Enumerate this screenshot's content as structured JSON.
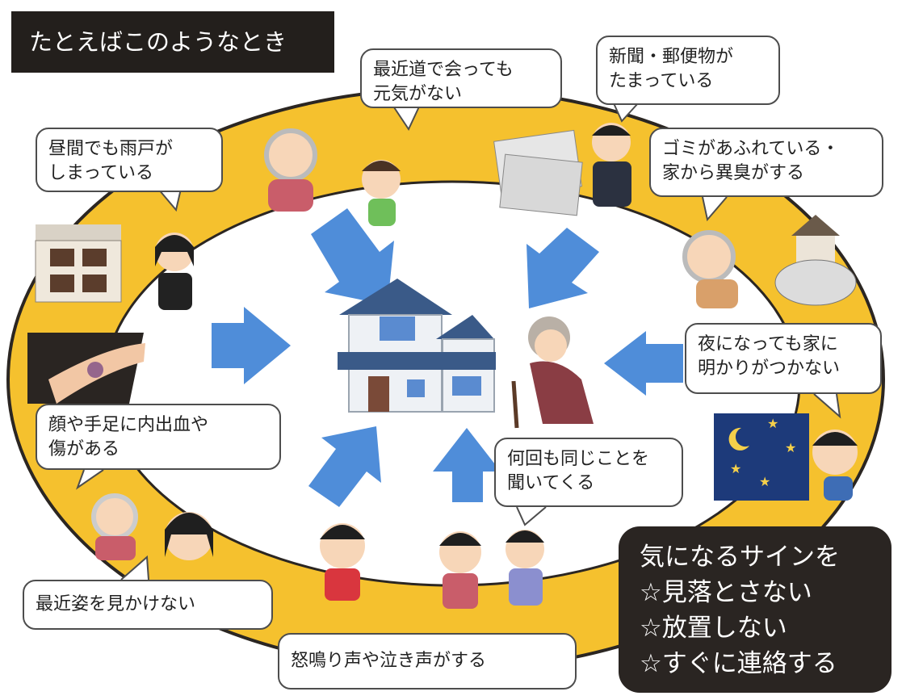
{
  "title": "たとえばこのようなとき",
  "colors": {
    "ring": "#F5C12E",
    "ring_outline": "#2b2622",
    "arrow": "#4F8DD9",
    "panel": "#2A2522"
  },
  "signs": [
    {
      "id": "shutters",
      "lines": [
        "昼間でも雨戸が",
        "しまっている"
      ]
    },
    {
      "id": "no-energy",
      "lines": [
        "最近道で会っても",
        "元気がない"
      ]
    },
    {
      "id": "mail",
      "lines": [
        "新聞・郵便物が",
        "たまっている"
      ]
    },
    {
      "id": "garbage",
      "lines": [
        "ゴミがあふれている・",
        "家から異臭がする"
      ]
    },
    {
      "id": "no-lights",
      "lines": [
        "夜になっても家に",
        "明かりがつかない"
      ]
    },
    {
      "id": "repeat",
      "lines": [
        "何回も同じことを",
        "聞いてくる"
      ]
    },
    {
      "id": "bruises",
      "lines": [
        "顔や手足に内出血や",
        "傷がある"
      ]
    },
    {
      "id": "not-seen",
      "lines": [
        "最近姿を見かけない"
      ]
    },
    {
      "id": "shouting",
      "lines": [
        "怒鳴り声や泣き声がする"
      ]
    }
  ],
  "summary": {
    "heading": "気になるサインを",
    "items": [
      "☆見落とさない",
      "☆放置しない",
      "☆すぐに連絡する"
    ]
  },
  "icons": [
    "house-icon",
    "elderly-woman-icon",
    "arrow-icon",
    "newspaper-icon",
    "night-window-icon"
  ]
}
